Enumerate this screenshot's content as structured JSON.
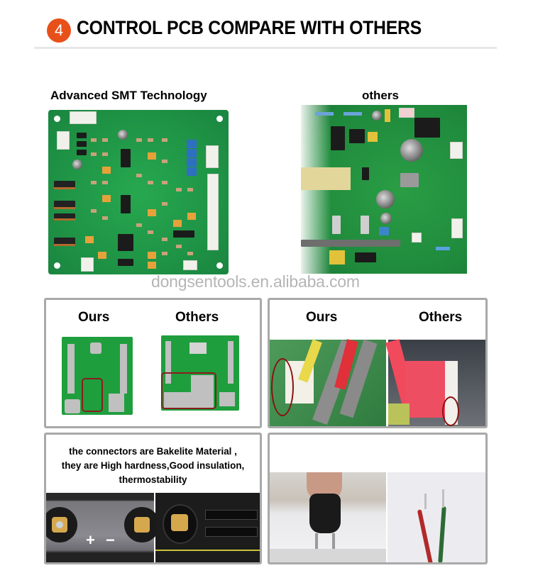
{
  "header": {
    "badge_number": "4",
    "title": "CONTROL PCB COMPARE WITH OTHERS",
    "badge_color": "#e8501a"
  },
  "top_comparison": {
    "left_caption": "Advanced SMT Technology",
    "right_caption": "others",
    "left_image": "green-smt-control-pcb",
    "right_image": "green-through-hole-pcb"
  },
  "watermark": "dongsentools.en.alibaba.com",
  "panels": [
    {
      "id": "soldering",
      "labels": [
        "Ours",
        "Others"
      ],
      "image": "pcb-back-soldering-comparison"
    },
    {
      "id": "wire-connectors",
      "labels": [
        "Ours",
        "Others"
      ],
      "image": "wire-connector-comparison"
    },
    {
      "id": "bakelite",
      "text_lines": [
        "the connectors are Bakelite Material ,",
        "they are High hardness,Good insulation,",
        "thermostability"
      ],
      "terminal_signs": [
        "+",
        "−"
      ],
      "image": "bakelite-terminal-connectors"
    },
    {
      "id": "power-cable",
      "image": "plug-and-copper-wires"
    }
  ]
}
